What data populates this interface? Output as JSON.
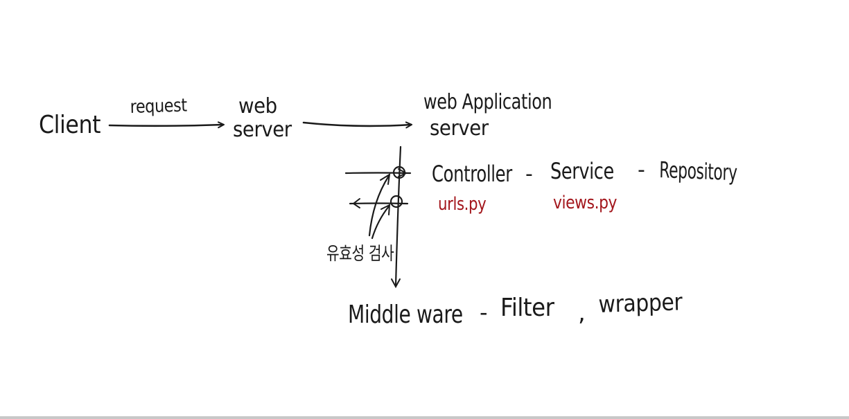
{
  "labels": {
    "client": "Client",
    "request": "request",
    "web_server_line1": "web",
    "web_server_line2": "server",
    "was_line1": "web Application",
    "was_line2": "server",
    "controller": "Controller",
    "dash1": "-",
    "service": "Service",
    "dash2": "-",
    "repository": "Repository",
    "urls_py": "urls.py",
    "views_py": "views.py",
    "validation": "유효성 검사",
    "middleware": "Middle ware",
    "dash3": "-",
    "filter": "Filter",
    "comma": ",",
    "wrapper": "wrapper"
  },
  "colors": {
    "ink": "#1a1a1a",
    "highlight": "#a3161c",
    "background": "#ffffff"
  }
}
